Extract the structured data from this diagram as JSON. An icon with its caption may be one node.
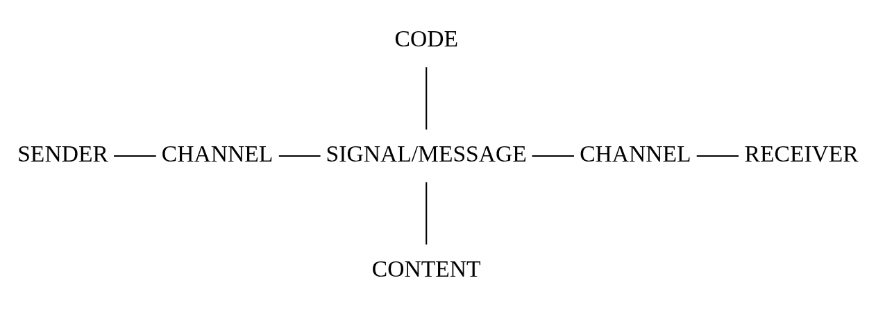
{
  "diagram": {
    "nodes": [
      {
        "text": [
          "CODE"
        ]
      },
      {
        "text": [
          "SENDER"
        ]
      },
      {
        "text": [
          "CHANNEL"
        ]
      },
      {
        "text": [
          "SIGNAL/MESSAGE"
        ]
      },
      {
        "text": [
          "CHANNEL"
        ]
      },
      {
        "text": [
          "RECEIVER"
        ]
      },
      {
        "text": [
          "CONTENT"
        ]
      }
    ],
    "edges": [
      {
        "from": 1,
        "to": 2,
        "arrow": "none"
      },
      {
        "from": 2,
        "to": 3,
        "arrow": "none"
      },
      {
        "from": 3,
        "to": 4,
        "arrow": "none"
      },
      {
        "from": 4,
        "to": 5,
        "arrow": "none"
      },
      {
        "from": 0,
        "to": 3,
        "arrow": "none"
      },
      {
        "from": 3,
        "to": 6,
        "arrow": "none"
      }
    ]
  }
}
